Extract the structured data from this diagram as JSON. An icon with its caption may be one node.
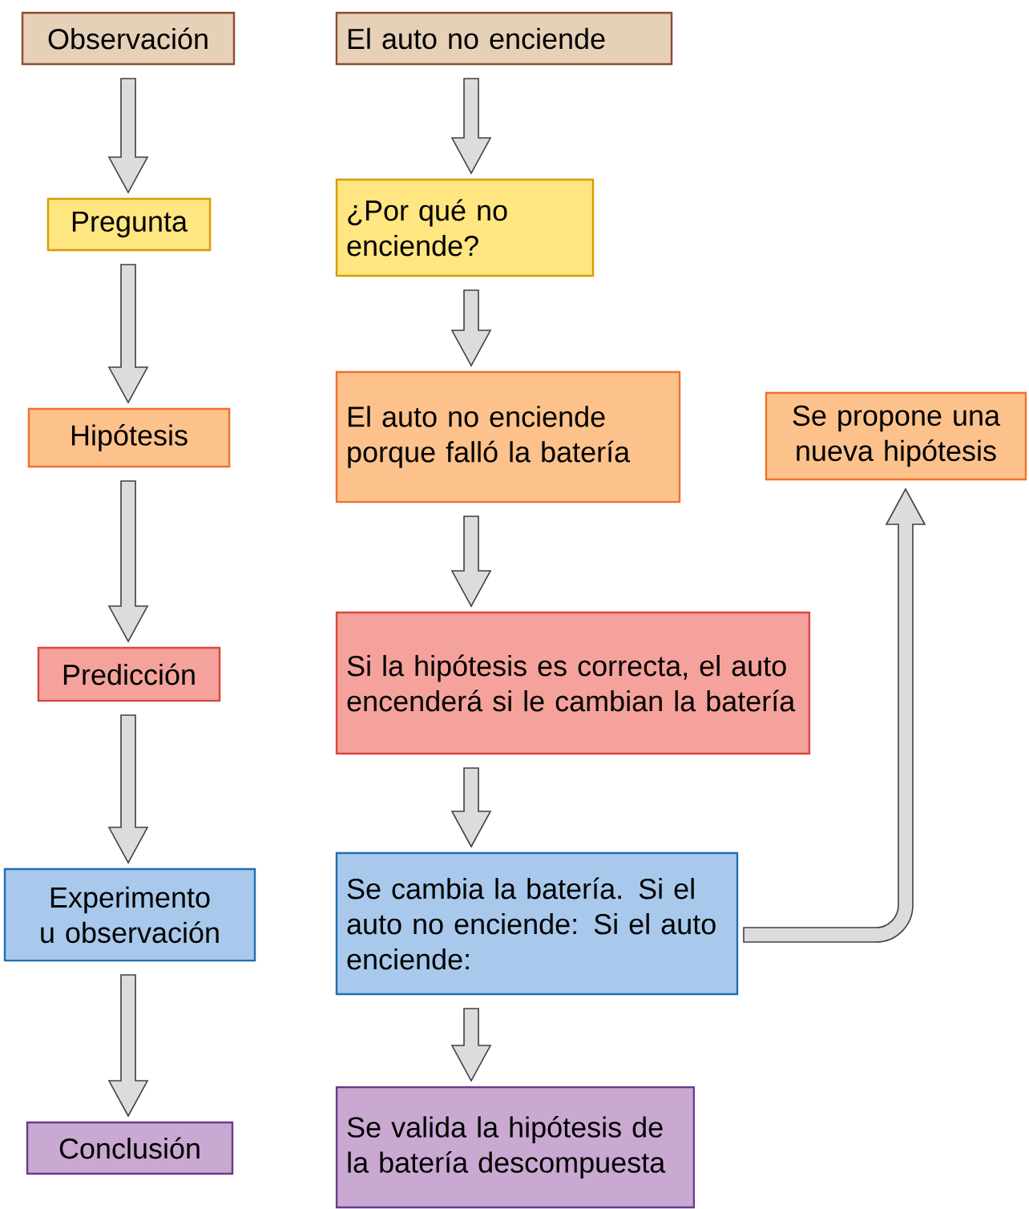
{
  "diagram": {
    "nodes": [
      {
        "text": [
          "Observación"
        ]
      },
      {
        "text": [
          "Pregunta"
        ]
      },
      {
        "text": [
          "Hipótesis"
        ]
      },
      {
        "text": [
          "Predicción"
        ]
      },
      {
        "text": [
          "Experimento u observación"
        ]
      },
      {
        "text": [
          "Conclusión"
        ]
      },
      {
        "text": [
          "El auto no enciende"
        ]
      },
      {
        "text": [
          "¿Por qué no enciende?"
        ]
      },
      {
        "text": [
          "El auto no enciende porque falló la batería"
        ]
      },
      {
        "text": [
          "Si la hipótesis es correcta, el auto encenderá si le cambian la batería"
        ]
      },
      {
        "text": [
          "Se cambia la batería. Si el auto no enciende: Si el auto enciende:"
        ]
      },
      {
        "text": [
          "Se valida la hipótesis de la batería descompuesta"
        ]
      },
      {
        "text": [
          "Se propone una nueva hipótesis"
        ]
      }
    ],
    "edges": [
      {
        "from": 0,
        "to": 1,
        "arrow": "to"
      },
      {
        "from": 1,
        "to": 2,
        "arrow": "to"
      },
      {
        "from": 2,
        "to": 3,
        "arrow": "to"
      },
      {
        "from": 3,
        "to": 4,
        "arrow": "to"
      },
      {
        "from": 4,
        "to": 5,
        "arrow": "to"
      },
      {
        "from": 6,
        "to": 7,
        "arrow": "to"
      },
      {
        "from": 7,
        "to": 8,
        "arrow": "to"
      },
      {
        "from": 8,
        "to": 9,
        "arrow": "to"
      },
      {
        "from": 9,
        "to": 10,
        "arrow": "to"
      },
      {
        "from": 10,
        "to": 11,
        "arrow": "to"
      },
      {
        "from": 10,
        "to": 12,
        "arrow": "to"
      }
    ]
  }
}
